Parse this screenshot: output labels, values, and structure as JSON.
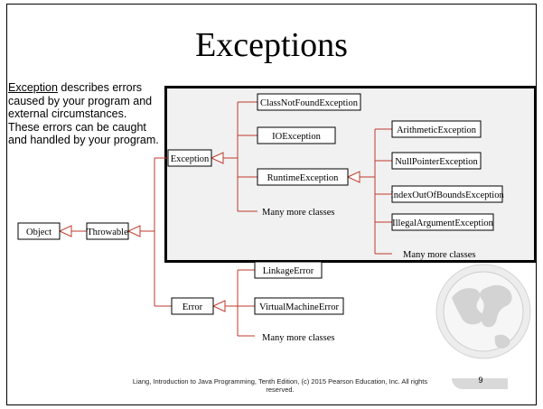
{
  "slide": {
    "title": "Exceptions",
    "description_keyword": "Exception",
    "description_rest": " describes errors caused by your program and external circumstances. These errors can be caught and handled by your program.",
    "footer": "Liang, Introduction to Java Programming, Tenth Edition, (c) 2015 Pearson Education, Inc. All rights reserved.",
    "page_number": "9"
  },
  "diagram": {
    "root": "Object",
    "throwable": "Throwable",
    "exception": "Exception",
    "exception_subclasses": [
      "ClassNotFoundException",
      "IOException",
      "RuntimeException",
      "Many more classes"
    ],
    "runtime_subclasses": [
      "ArithmeticException",
      "NullPointerException",
      "IndexOutOfBoundsException",
      "IllegalArgumentException",
      "Many more classes"
    ],
    "error": "Error",
    "error_subclasses": [
      "LinkageError",
      "VirtualMachineError",
      "Many more classes"
    ]
  },
  "colors": {
    "connector": "#c0392b",
    "panel_background": "#f1f1f1",
    "box_fill": "#ffffff"
  },
  "icons": [
    "globe-logo-icon"
  ]
}
